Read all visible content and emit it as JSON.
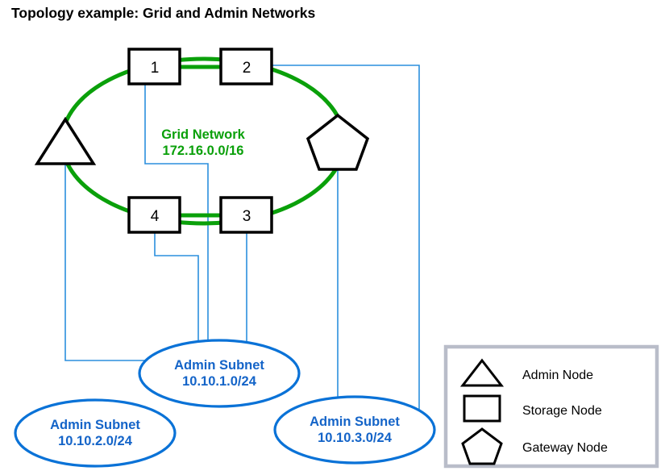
{
  "page": {
    "title": "Topology example: Grid and Admin Networks",
    "background": "#ffffff"
  },
  "colors": {
    "grid_network": "#0aa00a",
    "admin_link": "#2b8fdd",
    "subnet_outline": "#0a72d7",
    "node_outline": "#000000",
    "legend_border": "#b9bdc9",
    "text": "#000000"
  },
  "grid_network": {
    "name": "Grid Network",
    "cidr": "172.16.0.0/16"
  },
  "nodes": [
    {
      "id": "node-1",
      "label": "1",
      "type": "storage-node",
      "shape": "rectangle"
    },
    {
      "id": "node-2",
      "label": "2",
      "type": "storage-node",
      "shape": "rectangle"
    },
    {
      "id": "node-3",
      "label": "3",
      "type": "storage-node",
      "shape": "rectangle"
    },
    {
      "id": "node-4",
      "label": "4",
      "type": "storage-node",
      "shape": "rectangle"
    },
    {
      "id": "admin-node",
      "label": "",
      "type": "admin-node",
      "shape": "triangle"
    },
    {
      "id": "gateway-node",
      "label": "",
      "type": "gateway-node",
      "shape": "pentagon"
    }
  ],
  "subnets": [
    {
      "id": "admin-subnet-1",
      "name": "Admin Subnet",
      "cidr": "10.10.1.0/24"
    },
    {
      "id": "admin-subnet-2",
      "name": "Admin Subnet",
      "cidr": "10.10.2.0/24"
    },
    {
      "id": "admin-subnet-3",
      "name": "Admin Subnet",
      "cidr": "10.10.3.0/24"
    }
  ],
  "legend": {
    "items": [
      {
        "shape": "triangle",
        "label": "Admin Node"
      },
      {
        "shape": "rectangle",
        "label": "Storage Node"
      },
      {
        "shape": "pentagon",
        "label": "Gateway Node"
      }
    ]
  }
}
